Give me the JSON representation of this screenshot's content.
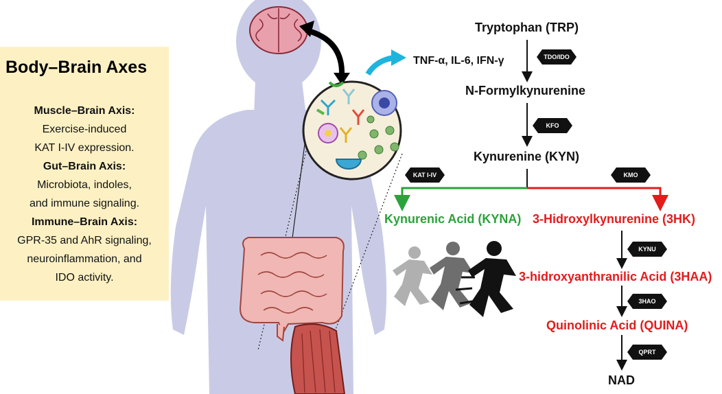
{
  "sidebar": {
    "title": "Body–Brain Axes",
    "lines": [
      {
        "text": "Muscle–Brain Axis:",
        "bold": true
      },
      {
        "text": "Exercise-induced",
        "bold": false
      },
      {
        "text": "KAT I-IV expression.",
        "bold": false
      },
      {
        "text": "Gut–Brain Axis:",
        "bold": true
      },
      {
        "text": "Microbiota, indoles,",
        "bold": false
      },
      {
        "text": "and immune signaling.",
        "bold": false
      },
      {
        "text": "Immune–Brain Axis:",
        "bold": true
      },
      {
        "text": "GPR-35 and AhR signaling,",
        "bold": false
      },
      {
        "text": "neuroinflammation, and",
        "bold": false
      },
      {
        "text": "IDO activity.",
        "bold": false
      }
    ]
  },
  "cytokines": "TNF-α, IL-6, IFN-γ",
  "pathway": {
    "trp": "Tryptophan (TRP)",
    "nfk": "N-Formylkynurenine",
    "kyn": "Kynurenine (KYN)",
    "kyna": "Kynurenic Acid (KYNA)",
    "hk": "3-Hidroxylkynurenine (3HK)",
    "haa": "3-hidroxyanthranilic Acid (3HAA)",
    "quina": "Quinolinic Acid (QUINA)",
    "nad": "NAD"
  },
  "enzymes": {
    "tdo_ido": "TDO/IDO",
    "kfo": "KFO",
    "kat": "KAT I-IV",
    "kmo": "KMO",
    "kynu": "KYNU",
    "hao": "3HAO",
    "qprt": "QPRT"
  },
  "colors": {
    "sidebar_bg": "#fdf1c4",
    "neurotoxic": "#e31b1b",
    "neuroprotective": "#2aa33a",
    "body": "#c9cbe6",
    "cytokine_arrow": "#1fb4dd"
  }
}
